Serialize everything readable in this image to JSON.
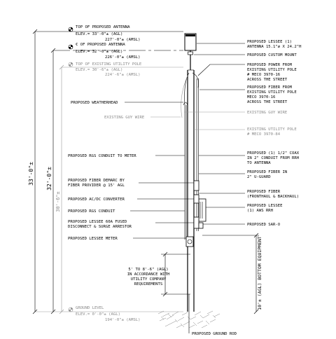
{
  "elevations": {
    "antenna_top": {
      "title": "TOP OF PROPOSED ANTENNA",
      "agl": "ELEV.= 33'-0\"± (AGL)",
      "amsl": "227'-0\"± (AMSL)"
    },
    "antenna_center": {
      "title": "€ OF PROPOSED ANTENNA",
      "agl": "ELEV.= 32'-0\"± (AGL)",
      "amsl": "226'-0\"± (AMSL)"
    },
    "pole_top": {
      "title": "TOP OF EXISTING UTILITY POLE",
      "agl": "ELEV.= 30'-6\"± (AGL)",
      "amsl": "224'-6\"± (AMSL)"
    },
    "ground": {
      "title": "GROUND LEVEL",
      "agl": "ELEV.= 0'-0\"± (AGL)",
      "amsl": "194'-0\"± (AMSL)"
    }
  },
  "dimensions": {
    "overall": "33'-0\"±",
    "center": "32'-0\"±",
    "pole": "30'-6\"±",
    "bottom_equipment": "10'± (AGL) BOTTOM EQUIPMENT"
  },
  "right_callouts": [
    {
      "lines": [
        "PROPOSED LESSEE (1)",
        "ANTENNA 15.1\"ø X 24.2\"H"
      ],
      "existing": false
    },
    {
      "lines": [
        "PROPOSED CUSTOM MOUNT"
      ],
      "existing": false
    },
    {
      "lines": [
        "PROPOSED POWER FROM",
        "EXISTING UTILITY POLE",
        "# MECO 3970-16",
        "ACROSS THE STREET"
      ],
      "existing": false
    },
    {
      "lines": [
        "PROPOSED FIBER FROM",
        "EXISTING UTILITY POLE",
        "MECO 3970-16",
        "ACROSS THE STREET"
      ],
      "existing": false
    },
    {
      "lines": [
        "EXISTING GUY WIRE"
      ],
      "existing": true
    },
    {
      "lines": [
        "EXISTING UTILITY POLE",
        "# MECO 3970-84"
      ],
      "existing": true
    },
    {
      "lines": [
        "PROPOSED (1) 1/2\" COAX",
        "IN 2\" CONDUIT FROM RRH",
        "TO ANTENNA"
      ],
      "existing": false
    },
    {
      "lines": [
        "PROPOSED FIBER IN",
        "2\" U-GUARD"
      ],
      "existing": false
    },
    {
      "lines": [
        "PROPOSED FIBER",
        "(FRONTHAUL & BACKHAUL)"
      ],
      "existing": false
    },
    {
      "lines": [
        "PROPOSED LESSEE",
        "(1) AWS RRH"
      ],
      "existing": false
    },
    {
      "lines": [
        "PROPOSED SAR-O"
      ],
      "existing": false
    }
  ],
  "left_callouts": [
    {
      "lines": [
        "PROPOSED WEATHERHEAD"
      ],
      "existing": false
    },
    {
      "lines": [
        "EXISTING GUY WIRE"
      ],
      "existing": true
    },
    {
      "lines": [
        "PROPOSED RGS CONDUIT TO METER"
      ],
      "existing": false
    },
    {
      "lines": [
        "PROPOSED FIBER DEMARC BY",
        "FIBER PROVIDER @ 15' AGL"
      ],
      "existing": false
    },
    {
      "lines": [
        "PROPOSED AC/DC CONVERTER"
      ],
      "existing": false
    },
    {
      "lines": [
        "PROPOSED RGS CONDUIT"
      ],
      "existing": false
    },
    {
      "lines": [
        "PROPOSED LESSEE 60A FUSED",
        "DISCONNECT & SURGE ARRESTOR"
      ],
      "existing": false
    },
    {
      "lines": [
        "PROPOSED LESSEE METER"
      ],
      "existing": false
    }
  ],
  "meter_note": [
    "5' TO 8'-6\" (AGL)",
    "IN ACCORDANCE WITH",
    "UTILITY COMPANY",
    "REQUIREMENTS"
  ],
  "ground_rod": "PROPOSED GROUND ROD"
}
